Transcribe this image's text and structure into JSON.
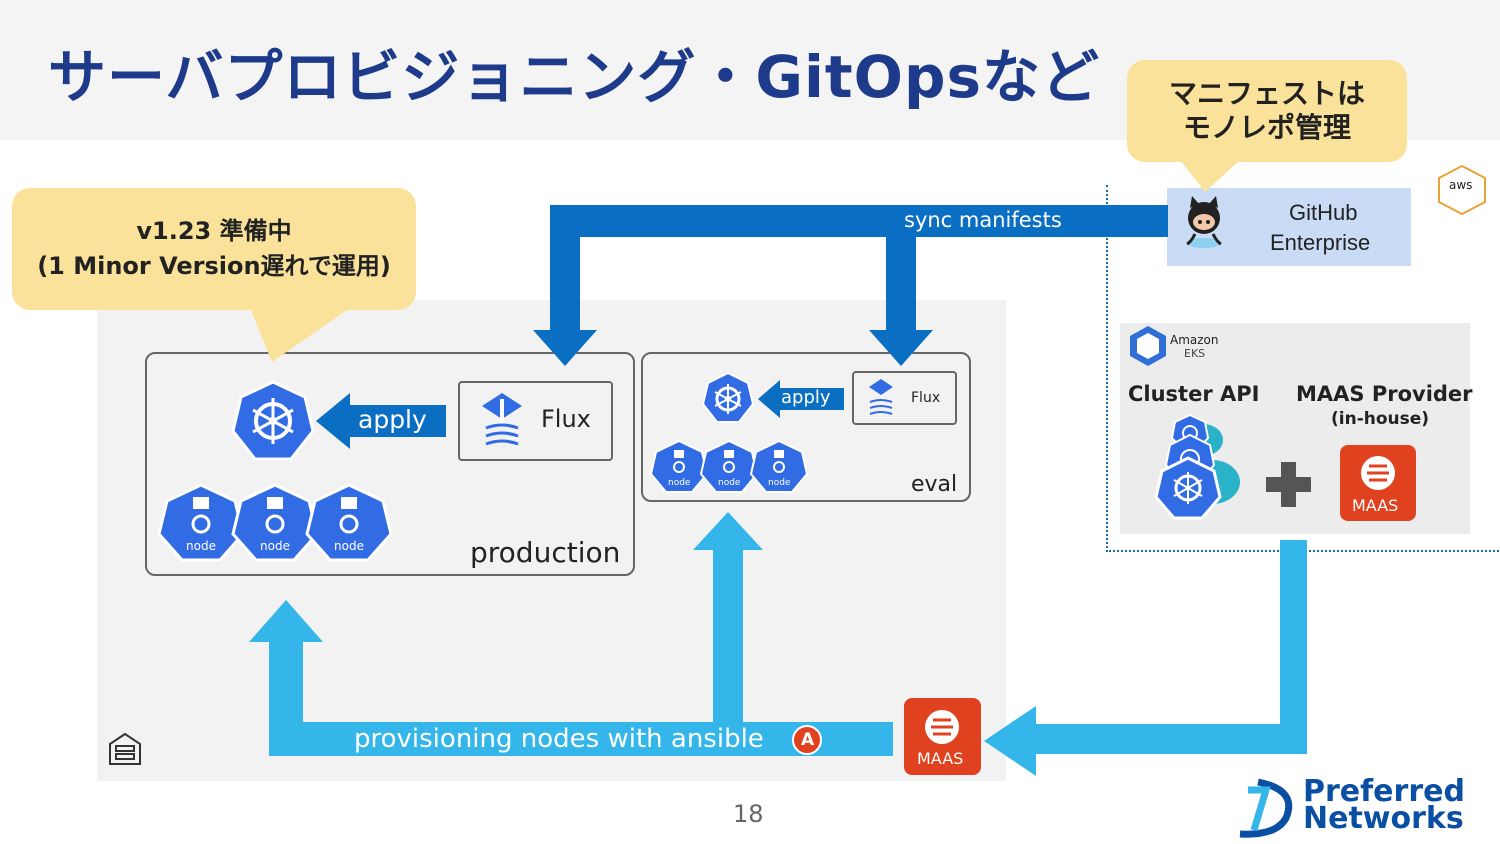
{
  "slide": {
    "title": "サーバプロビジョニング・GitOpsなど",
    "page_number": "18"
  },
  "callouts": {
    "version_line1": "v1.23 準備中",
    "version_line2": "(1 Minor Version遅れで運用)",
    "monorepo_line1": "マニフェストは",
    "monorepo_line2": "モノレポ管理"
  },
  "github": {
    "line1": "GitHub",
    "line2": "Enterprise",
    "icon": "octocat-icon"
  },
  "aws": {
    "badge": "aws",
    "eks_brand": "Amazon",
    "eks_sub": "EKS"
  },
  "eks_panel": {
    "cluster_api": "Cluster API",
    "maas_provider": "MAAS Provider",
    "maas_provider_sub": "(in-house)",
    "maas_label": "MAAS"
  },
  "flow": {
    "sync": "sync manifests",
    "provisioning": "provisioning nodes with ansible",
    "ansible_glyph": "A"
  },
  "production": {
    "label": "production",
    "apply": "apply",
    "flux": "Flux",
    "nodes": [
      "node",
      "node",
      "node"
    ]
  },
  "eval": {
    "label": "eval",
    "apply": "apply",
    "flux": "Flux",
    "nodes": [
      "node",
      "node",
      "node"
    ]
  },
  "maas_bottom": {
    "label": "MAAS"
  },
  "brand": {
    "line1": "Preferred",
    "line2": "Networks"
  },
  "colors": {
    "title": "#1e3a8a",
    "callout": "#fbe29a",
    "sync_arrow": "#0a6fc2",
    "provision_arrow": "#35b6ea",
    "k8s_blue": "#326ce5",
    "maas_orange": "#e0421f"
  }
}
